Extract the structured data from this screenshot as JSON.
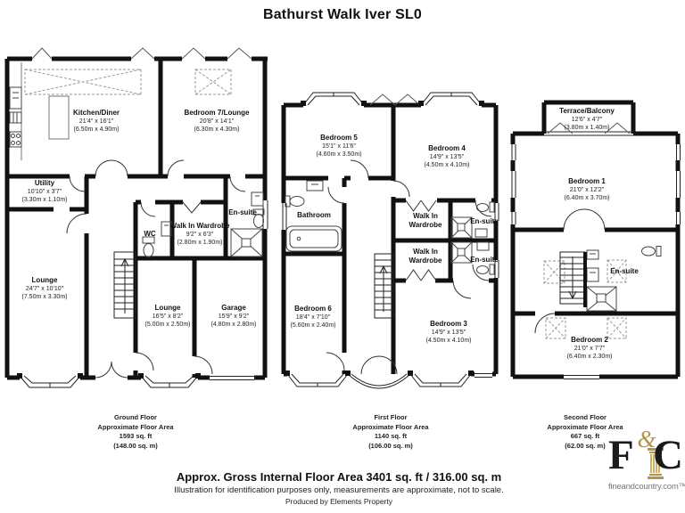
{
  "title": "Bathurst Walk Iver SL0",
  "ground": {
    "caption": [
      "Ground Floor",
      "Approximate Floor Area",
      "1593 sq. ft",
      "(148.00 sq. m)"
    ],
    "rooms": {
      "kitchen": {
        "name": "Kitchen/Diner",
        "ft": "21'4\" x 16'1\"",
        "m": "(6.50m x 4.90m)"
      },
      "bedroom7": {
        "name": "Bedroom 7/Lounge",
        "ft": "20'8\" x 14'1\"",
        "m": "(6.30m x 4.30m)"
      },
      "utility": {
        "name": "Utility",
        "ft": "10'10\" x 3'7\"",
        "m": "(3.30m x 1.10m)"
      },
      "lounge": {
        "name": "Lounge",
        "ft": "24'7\" x 10'10\"",
        "m": "(7.50m x 3.30m)"
      },
      "wc": {
        "name": "WC"
      },
      "wardrobe": {
        "name": "Walk In Wardrobe",
        "ft": "9'2\" x 6'3\"",
        "m": "(2.80m x 1.90m)"
      },
      "ensuite": {
        "name": "En-suite"
      },
      "lounge2": {
        "name": "Lounge",
        "ft": "16'5\" x 8'2\"",
        "m": "(5.00m x 2.50m)"
      },
      "garage": {
        "name": "Garage",
        "ft": "15'9\" x 9'2\"",
        "m": "(4.80m x 2.80m)"
      }
    }
  },
  "first": {
    "caption": [
      "First Floor",
      "Approximate Floor Area",
      "1140 sq. ft",
      "(106.00 sq. m)"
    ],
    "rooms": {
      "bedroom5": {
        "name": "Bedroom 5",
        "ft": "15'1\" x 11'6\"",
        "m": "(4.60m x 3.50m)"
      },
      "bedroom4": {
        "name": "Bedroom 4",
        "ft": "14'9\" x 13'5\"",
        "m": "(4.50m x 4.10m)"
      },
      "bathroom": {
        "name": "Bathroom"
      },
      "wardrobe1": {
        "name": "Walk In Wardrobe"
      },
      "ensuite1": {
        "name": "En-suite"
      },
      "wardrobe2": {
        "name": "Walk In Wardrobe"
      },
      "ensuite2": {
        "name": "En-suite"
      },
      "bedroom6": {
        "name": "Bedroom 6",
        "ft": "18'4\" x 7'10\"",
        "m": "(5.60m x 2.40m)"
      },
      "bedroom3": {
        "name": "Bedroom 3",
        "ft": "14'9\" x 13'5\"",
        "m": "(4.50m x 4.10m)"
      }
    }
  },
  "second": {
    "caption": [
      "Second Floor",
      "Approximate Floor Area",
      "667 sq. ft",
      "(62.00 sq. m)"
    ],
    "rooms": {
      "terrace": {
        "name": "Terrace/Balcony",
        "ft": "12'6\" x 4'7\"",
        "m": "(3.80m x 1.40m)"
      },
      "bedroom1": {
        "name": "Bedroom 1",
        "ft": "21'0\" x 12'2\"",
        "m": "(6.40m x 3.70m)"
      },
      "ensuite": {
        "name": "En-suite"
      },
      "bedroom2": {
        "name": "Bedroom 2",
        "ft": "21'0\" x 7'7\"",
        "m": "(6.40m x 2.30m)"
      }
    }
  },
  "footer": {
    "area_total": "Approx. Gross Internal Floor Area 3401 sq. ft / 316.00 sq. m",
    "disclaimer": "Illustration for identification purposes only, measurements are approximate, not to scale.",
    "produced_by": "Produced by Elements Property"
  },
  "logo": {
    "letter_f": "F",
    "amp": "&",
    "letter_c": "C",
    "domain": "fineandcountry.com™",
    "gold": "#b2954c"
  }
}
